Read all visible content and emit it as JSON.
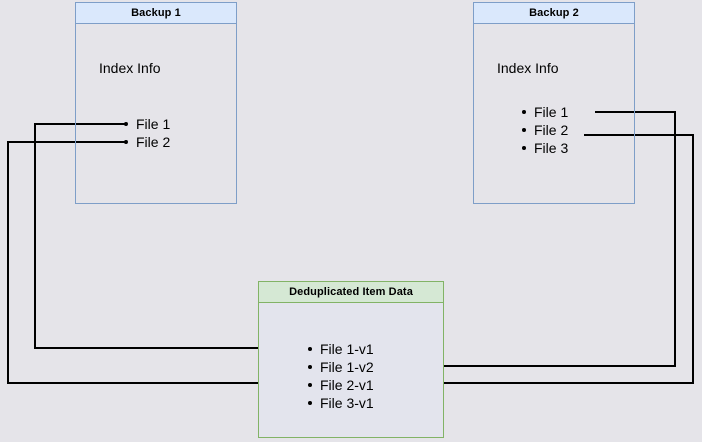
{
  "diagram": {
    "title_backup1": "Backup 1",
    "title_backup2": "Backup 2",
    "title_dedup": "Deduplicated Item Data",
    "caption_index_info": "Index Info",
    "backup1": {
      "header": "Backup 1",
      "caption": "Index Info",
      "files": [
        "File 1",
        "File 2"
      ]
    },
    "backup2": {
      "header": "Backup 2",
      "caption": "Index Info",
      "files": [
        "File 1",
        "File 2",
        "File 3"
      ]
    },
    "dedup": {
      "header": "Deduplicated Item Data",
      "files": [
        "File 1-v1",
        "File 1-v2",
        "File 2-v1",
        "File 3-v1"
      ]
    },
    "colors": {
      "page_background": "#e5e4e9",
      "blue_fill": "#dae8fc",
      "blue_stroke": "#7e9ec8",
      "green_fill": "#d5e8d4",
      "green_stroke": "#82b366",
      "connector": "#000000",
      "text": "#000000"
    },
    "connectors": [
      {
        "from": "backup1.File 1",
        "to": "dedup.File 1-v1",
        "direction": "right"
      },
      {
        "from": "backup1.File 2",
        "to": "dedup.File 2-v1",
        "direction": "right"
      },
      {
        "from": "backup2.File 1",
        "to": "dedup.File 1-v2",
        "direction": "left"
      },
      {
        "from": "backup2.File 2",
        "to": "dedup.File 2-v1",
        "direction": "left"
      }
    ]
  }
}
